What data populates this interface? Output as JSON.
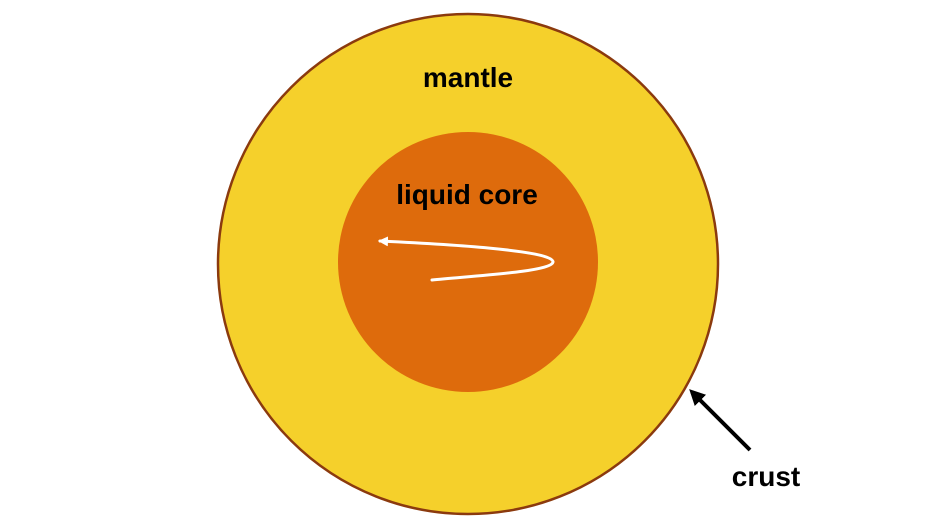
{
  "diagram": {
    "labels": {
      "mantle": "mantle",
      "core": "liquid core",
      "crust": "crust"
    },
    "colors": {
      "mantle_fill": "#F5D02B",
      "crust_stroke": "#8B3A0E",
      "core_fill": "#DE6B0C",
      "flow_arrow": "#FFFFFF",
      "pointer_arrow": "#000000",
      "background": "#FFFFFF"
    }
  }
}
